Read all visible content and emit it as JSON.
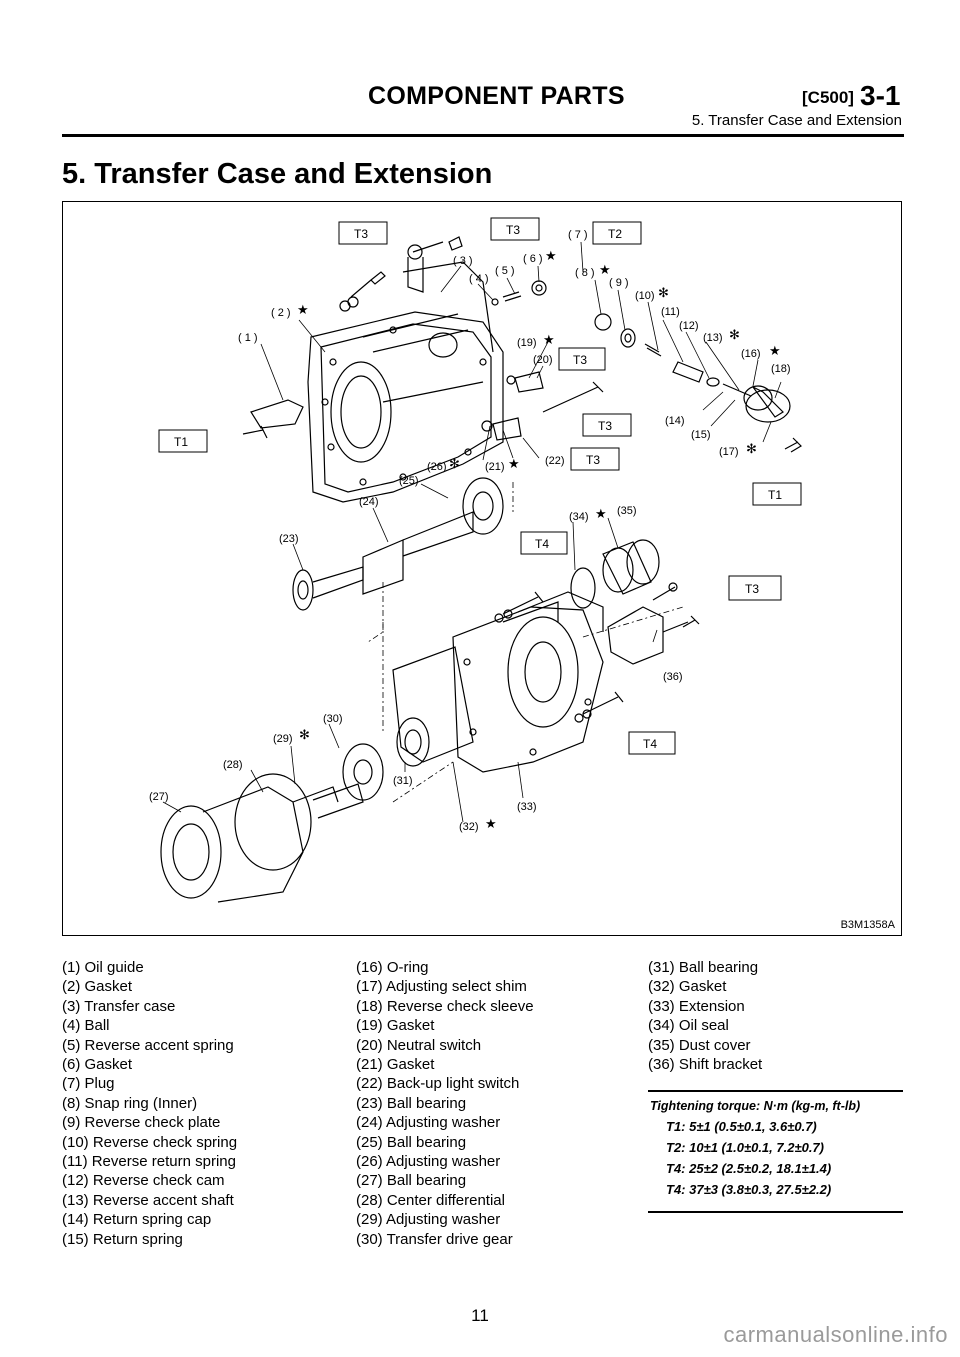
{
  "header": {
    "section_title": "COMPONENT PARTS",
    "code": "[C500]",
    "section_number": "3-1",
    "subtitle": "5. Transfer Case and Extension"
  },
  "title": "5. Transfer Case and Extension",
  "figure": {
    "code": "B3M1358A",
    "callouts": [
      "( 1 )",
      "( 2 )",
      "( 3 )",
      "( 4 )",
      "( 5 )",
      "( 6 )",
      "( 7 )",
      "( 8 )",
      "( 9 )",
      "(10)",
      "(11)",
      "(12)",
      "(13)",
      "(14)",
      "(15)",
      "(16)",
      "(17)",
      "(18)",
      "(19)",
      "(20)",
      "(21)",
      "(22)",
      "(23)",
      "(24)",
      "(25)",
      "(26)",
      "(27)",
      "(28)",
      "(29)",
      "(30)",
      "(31)",
      "(32)",
      "(33)",
      "(34)",
      "(35)",
      "(36)"
    ],
    "torque_boxes": [
      "T3",
      "T3",
      "T2",
      "T1",
      "T3",
      "T3",
      "T3",
      "T1",
      "T4",
      "T3",
      "T4"
    ]
  },
  "parts_col1": [
    "(1) Oil guide",
    "(2) Gasket",
    "(3) Transfer case",
    "(4) Ball",
    "(5) Reverse accent spring",
    "(6) Gasket",
    "(7) Plug",
    "(8) Snap ring (Inner)",
    "(9) Reverse check plate",
    "(10) Reverse check spring",
    "(11) Reverse return spring",
    "(12) Reverse check cam",
    "(13) Reverse accent shaft",
    "(14) Return spring cap",
    "(15) Return spring"
  ],
  "parts_col2": [
    "(16) O-ring",
    "(17) Adjusting select shim",
    "(18) Reverse check sleeve",
    "(19) Gasket",
    "(20) Neutral switch",
    "(21) Gasket",
    "(22) Back-up light switch",
    "(23) Ball bearing",
    "(24) Adjusting washer",
    "(25) Ball bearing",
    "(26) Adjusting washer",
    "(27) Ball bearing",
    "(28) Center differential",
    "(29) Adjusting washer",
    "(30) Transfer drive gear"
  ],
  "parts_col3": [
    "(31) Ball bearing",
    "(32) Gasket",
    "(33) Extension",
    "(34) Oil seal",
    "(35) Dust cover",
    "(36) Shift bracket"
  ],
  "torque": {
    "heading": "Tightening torque: N·m (kg-m, ft-lb)",
    "lines": [
      "T1: 5±1 (0.5±0.1, 3.6±0.7)",
      "T2: 10±1 (1.0±0.1, 7.2±0.7)",
      "T4: 25±2 (2.5±0.2, 18.1±1.4)",
      "T4: 37±3 (3.8±0.3, 27.5±2.2)"
    ]
  },
  "page_number": "11",
  "watermark": "carmanualsonline.info"
}
